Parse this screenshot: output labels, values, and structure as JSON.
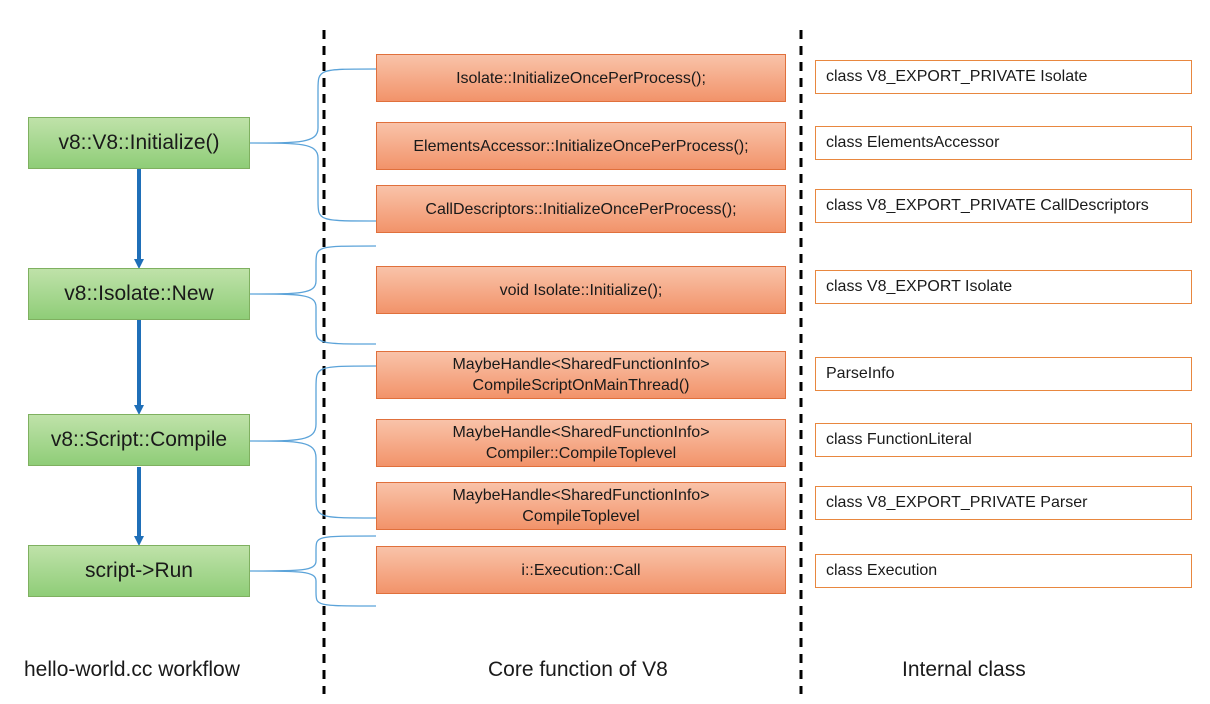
{
  "workflow": [
    {
      "label": "v8::V8::Initialize()"
    },
    {
      "label": "v8::Isolate::New"
    },
    {
      "label": "v8::Script::Compile"
    },
    {
      "label": "script->Run"
    }
  ],
  "core_functions": [
    {
      "line1": "Isolate::InitializeOncePerProcess();",
      "line2": ""
    },
    {
      "line1": "ElementsAccessor::InitializeOncePerProcess();",
      "line2": ""
    },
    {
      "line1": "CallDescriptors::InitializeOncePerProcess();",
      "line2": ""
    },
    {
      "line1": "void Isolate::Initialize();",
      "line2": ""
    },
    {
      "line1": "MaybeHandle<SharedFunctionInfo>",
      "line2": "CompileScriptOnMainThread()"
    },
    {
      "line1": "MaybeHandle<SharedFunctionInfo>",
      "line2": "Compiler::CompileToplevel"
    },
    {
      "line1": "MaybeHandle<SharedFunctionInfo>",
      "line2": "CompileToplevel"
    },
    {
      "line1": "i::Execution::Call",
      "line2": ""
    }
  ],
  "internal_classes": [
    {
      "label": "class V8_EXPORT_PRIVATE Isolate"
    },
    {
      "label": "class ElementsAccessor"
    },
    {
      "label": "class V8_EXPORT_PRIVATE CallDescriptors"
    },
    {
      "label": "class V8_EXPORT Isolate"
    },
    {
      "label": "ParseInfo"
    },
    {
      "label": "class FunctionLiteral"
    },
    {
      "label": "class V8_EXPORT_PRIVATE Parser"
    },
    {
      "label": "class Execution"
    }
  ],
  "footer": {
    "workflow": "hello-world.cc workflow",
    "core": "Core function of V8",
    "internal": "Internal class"
  },
  "colors": {
    "workflow_fill": "#a8d88f",
    "core_fill": "#f4a47f",
    "class_border": "#e8873f",
    "arrow": "#1f6fb8",
    "brace": "#5ba3d9",
    "divider": "#000000"
  }
}
